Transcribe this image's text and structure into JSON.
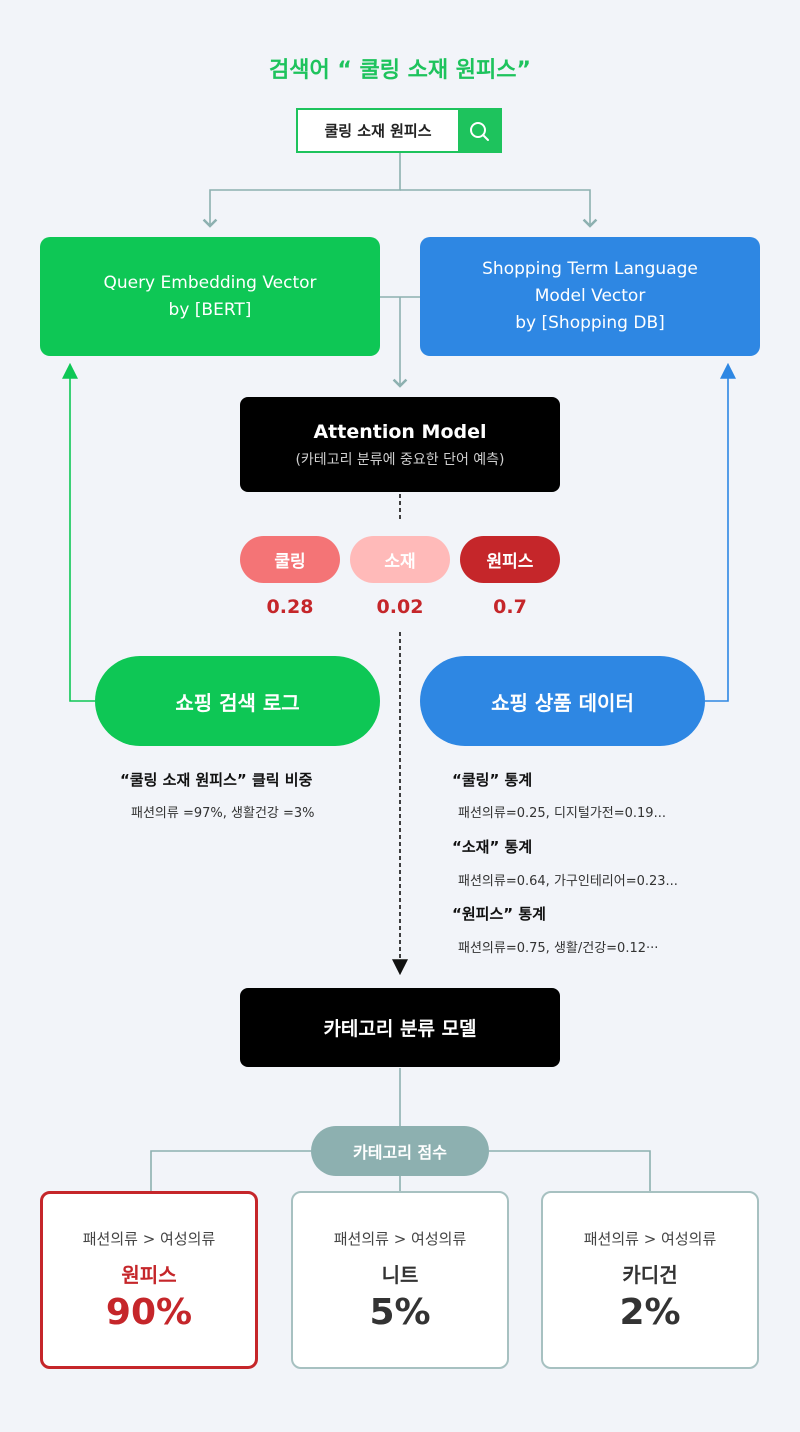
{
  "title": "검색어 “ 쿨링 소재 원피스”",
  "search": {
    "query": "쿨링 소재 원피스",
    "icon": "search-icon"
  },
  "query_vector": {
    "line1": "Query Embedding Vector",
    "line2": "by [BERT]"
  },
  "shopping_vector": {
    "line1": "Shopping Term Language",
    "line2": "Model Vector",
    "line3": "by [Shopping DB]"
  },
  "attention": {
    "title": "Attention Model",
    "subtitle": "(카테고리 분류에 중요한 단어 예측)"
  },
  "tokens": [
    {
      "word": "쿨링",
      "score": "0.28"
    },
    {
      "word": "소재",
      "score": "0.02"
    },
    {
      "word": "원피스",
      "score": "0.7"
    }
  ],
  "search_log": {
    "label": "쇼핑 검색 로그",
    "click_title": "“쿨링 소재 원피스” 클릭 비중",
    "click_detail": "패션의류 =97%, 생활건강 =3%"
  },
  "product_data": {
    "label": "쇼핑 상품 데이터",
    "stats": [
      {
        "title": "“쿨링” 통계",
        "detail": "패션의류=0.25, 디지털가전=0.19..."
      },
      {
        "title": "“소재” 통계",
        "detail": "패션의류=0.64, 가구인테리어=0.23..."
      },
      {
        "title": "“원피스” 통계",
        "detail": "패션의류=0.75, 생활/건강=0.12···"
      }
    ]
  },
  "category_model": {
    "label": "카테고리 분류 모델"
  },
  "category_score": {
    "label": "카테고리 점수"
  },
  "results": [
    {
      "path": "패션의류 > 여성의류",
      "name": "원피스",
      "pct": "90%"
    },
    {
      "path": "패션의류 > 여성의류",
      "name": "니트",
      "pct": "5%"
    },
    {
      "path": "패션의류 > 여성의류",
      "name": "카디건",
      "pct": "2%"
    }
  ],
  "colors": {
    "green": "#0ec755",
    "blue": "#2e87e3",
    "red": "#c5262a",
    "teal": "#8db0b0"
  }
}
